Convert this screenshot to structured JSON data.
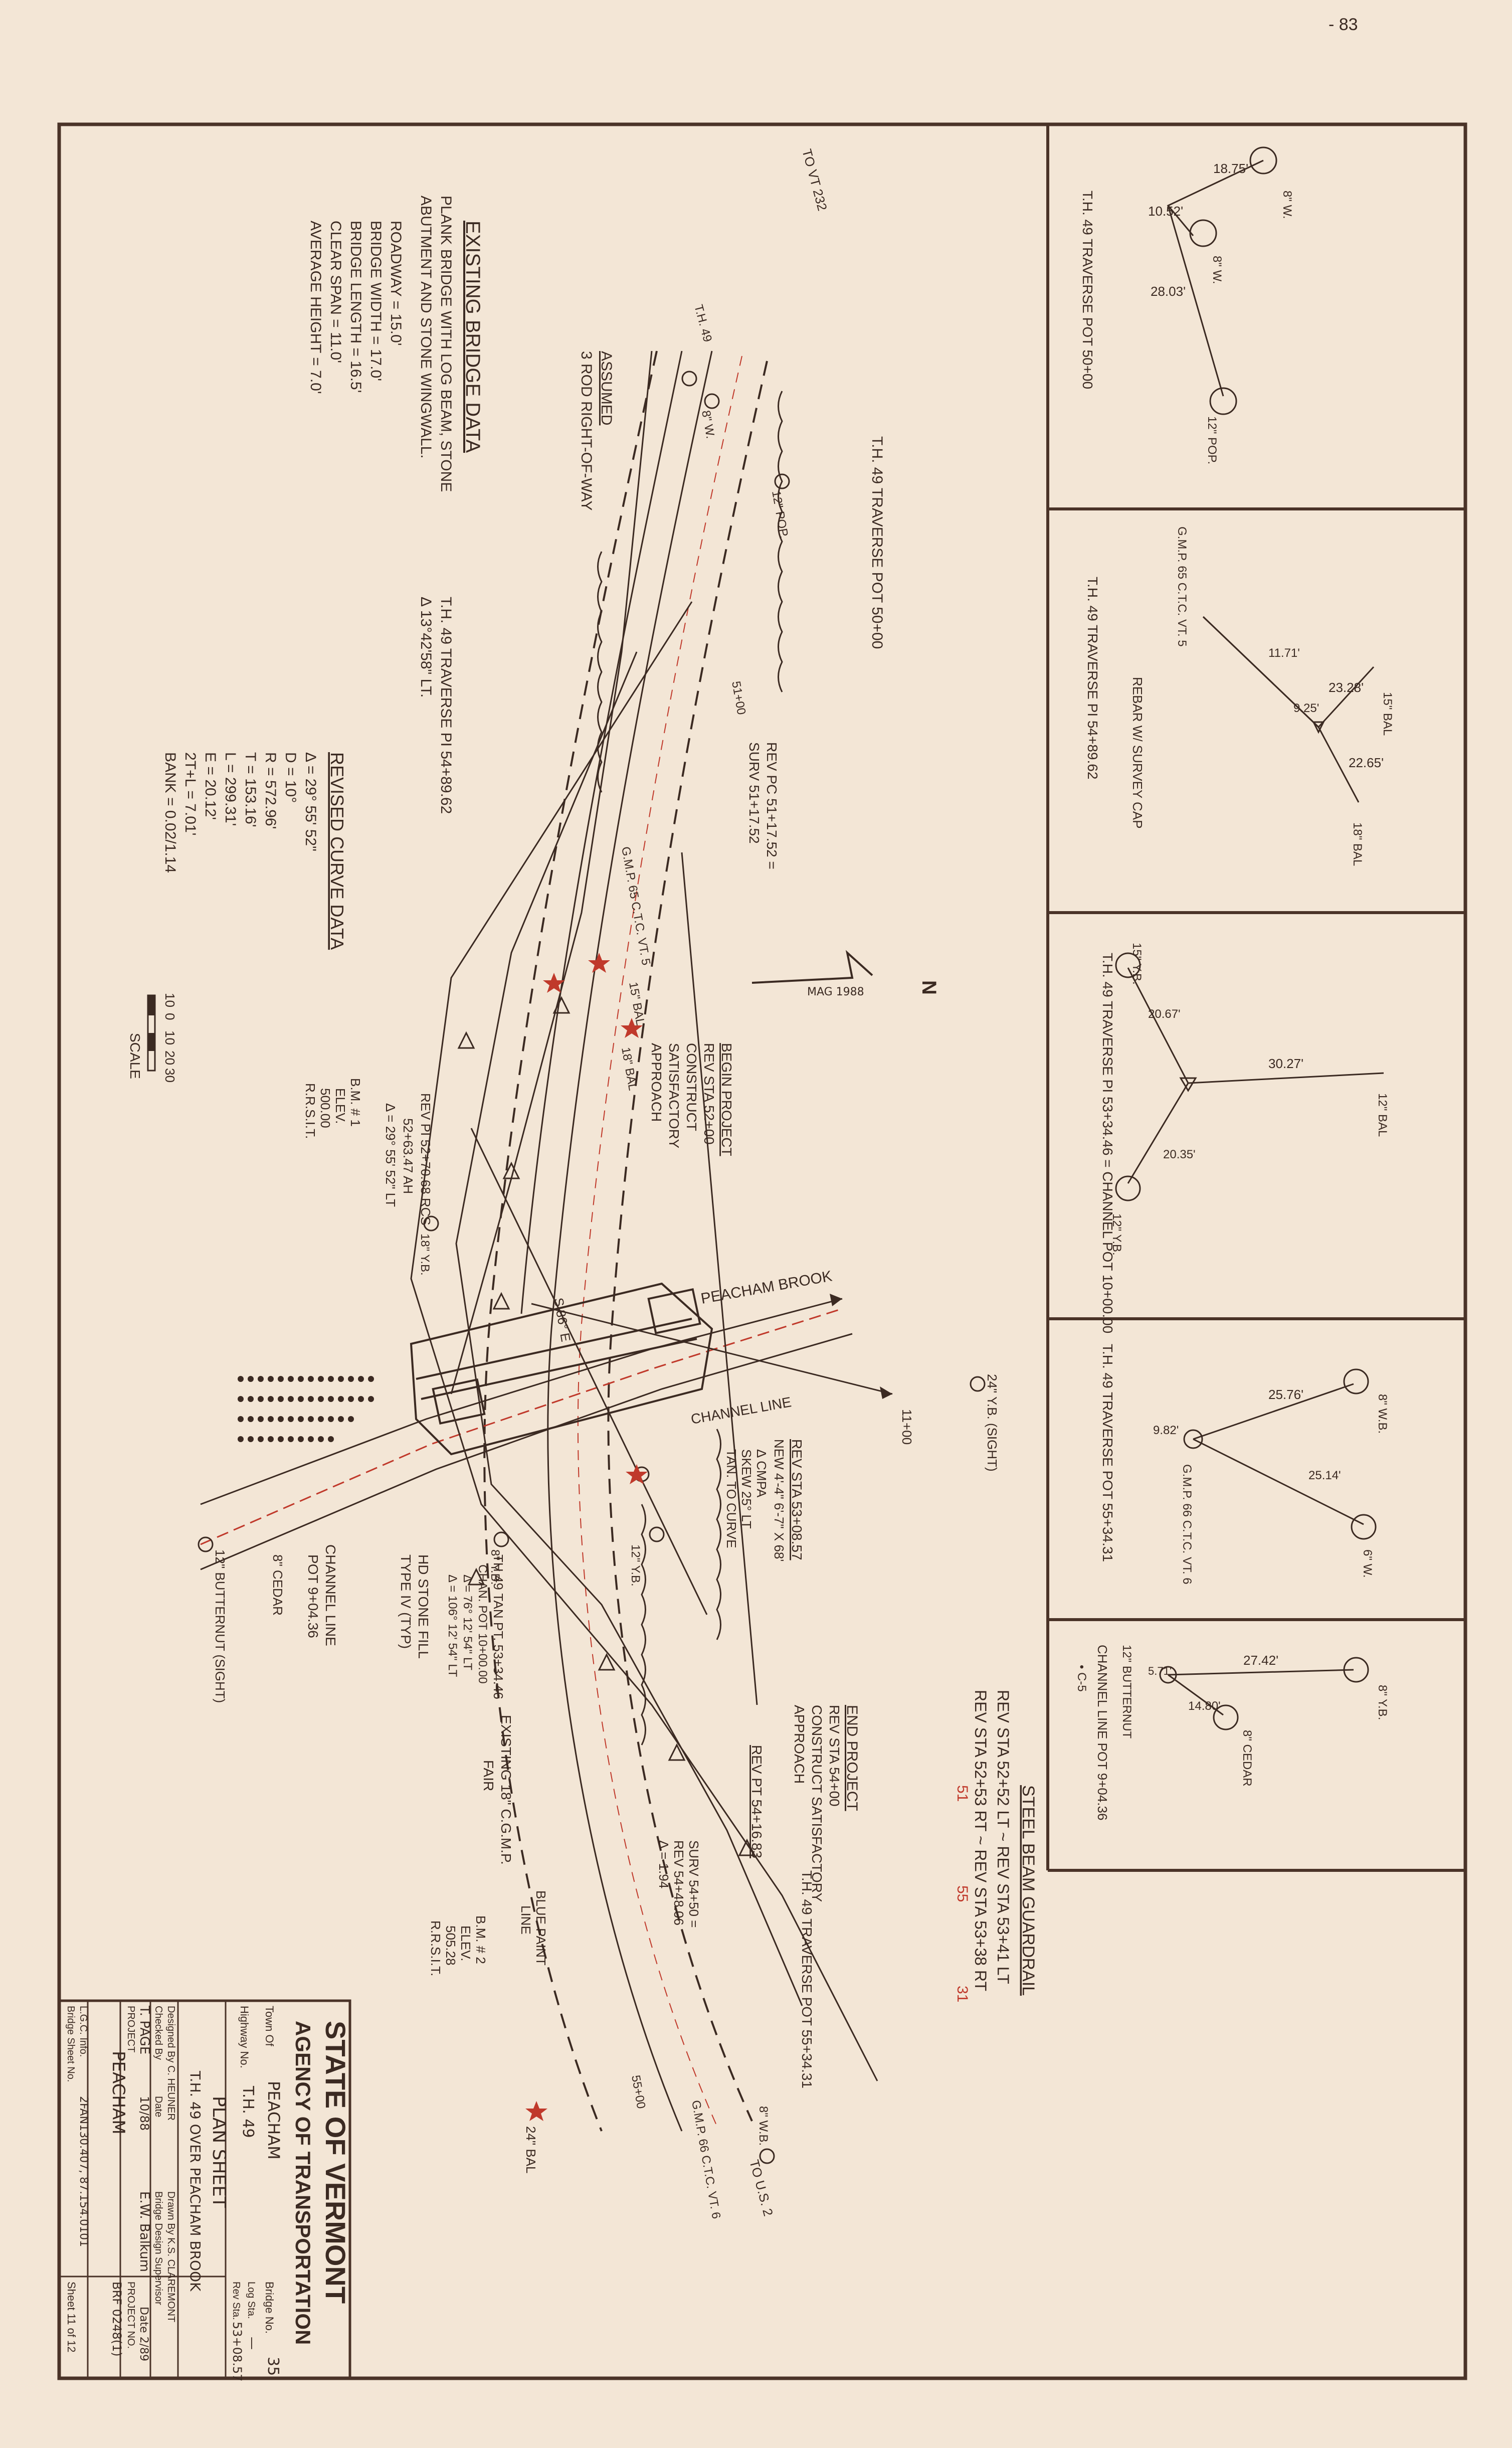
{
  "corner_mark": "- 83",
  "bridge_data": {
    "heading": "EXISTING BRIDGE DATA",
    "desc1": "PLANK BRIDGE WITH LOG BEAM, STONE",
    "desc2": "ABUTMENT AND STONE WINGWALL.",
    "roadway": "ROADWAY = 15.0'",
    "width": "BRIDGE WIDTH = 17.0'",
    "length": "BRIDGE LENGTH = 16.5'",
    "span": "CLEAR SPAN = 11.0'",
    "height": "AVERAGE HEIGHT = 7.0'"
  },
  "curve_data": {
    "heading": "REVISED CURVE DATA",
    "delta": "Δ = 29° 55' 52\"",
    "d": "D = 10°",
    "r": "R = 572.96'",
    "t": "T = 153.16'",
    "l": "L = 299.31'",
    "e": "E = 20.12'",
    "two_tl": "2T+L = 7.01'",
    "bank": "BANK = 0.02/1.14"
  },
  "traverse_pi_note": {
    "line1": "T.H. 49 TRAVERSE PI 54+89.62",
    "line2": "Δ 13°42'58\" LT."
  },
  "scale": {
    "ticks": [
      "10",
      "0",
      "10",
      "20",
      "30"
    ],
    "label": "SCALE"
  },
  "plan_labels": {
    "to_vt": "TO VT 232",
    "th49": "T.H. 49",
    "to_us2": "TO U.S. 2",
    "assumed": "ASSUMED",
    "row": "3 ROD RIGHT-OF-WAY",
    "pot5000": "T.H. 49 TRAVERSE POT 50+00",
    "rev_pc": "REV PC 51+17.52 =",
    "surv_pc": "SURV 51+17.52",
    "begin1": "BEGIN PROJECT",
    "begin2": "REV STA 52+00",
    "begin3": "CONSTRUCT",
    "begin4": "SATISFACTORY",
    "begin5": "APPROACH",
    "bm1_a": "B.M. # 1",
    "bm1_b": "ELEV.",
    "bm1_c": "500.00",
    "bm1_d": "R.R.S.I.T.",
    "revpi_a": "REV PI 52+70.68 RCS",
    "revpi_b": "52+63.47 AH",
    "revpi_c": "Δ = 29° 55' 52\" LT",
    "brook": "PEACHAM BROOK",
    "channel_line": "CHANNEL LINE",
    "sta_1100": "11+00",
    "rev_sta_new_a": "REV STA 53+08.57",
    "rev_sta_new_b": "NEW 4'-4\" 6'-7\" X 68'",
    "rev_sta_new_c": "Δ CMPA",
    "rev_sta_new_d": "SKEW 25° LT",
    "rev_sta_new_e": "TAN. TO CURVE",
    "stonefill_a": "HD STONE FILL",
    "stonefill_b": "TYPE IV (TYP)",
    "th49tan_a": "TH 49 TAN PT. 53+34.46",
    "th49tan_b": "CHAN. POT 10+00.00",
    "th49tan_c": "Δ = 76° 12' 54\" LT",
    "th49tan_d": "Δ = 106° 12' 54\" LT",
    "channel_pot_a": "CHANNEL LINE",
    "channel_pot_b": "POT 9+04.36",
    "cedar": "8\" CEDAR",
    "butternut": "12\" BUTTERNUT (SIGHT)",
    "yb_sight": "24\" Y.B. (SIGHT)",
    "existing18": "EXISTING 18\" C.G.M.P.",
    "fair": "FAIR",
    "end_a": "END PROJECT",
    "end_b": "REV STA 54+00",
    "end_c": "CONSTRUCT SATISFACTORY",
    "end_d": "APPROACH",
    "rev_pt": "REV PT 54+16.83",
    "surv_pt_a": "SURV 54+50 =",
    "surv_pt_b": "REV 54+48.06",
    "surv_pt_c": "Δ = 1.94",
    "pot5534": "T.H. 49 TRAVERSE POT 55+34.31",
    "bm2_a": "B.M. # 2",
    "bm2_b": "ELEV.",
    "bm2_c": "505.28",
    "bm2_d": "R.R.S.I.T.",
    "blue_paint_a": "BLUE PAINT",
    "blue_paint_b": "LINE",
    "gmp_66": "G.M.P. 66 C.T.C. VT. 6",
    "gmp_65": "G.M.P. 65 C.T.C. VT. 5",
    "bal_24": "24\" BAL",
    "wb_8": "8\" W.B.",
    "yb_18": "18\" Y.B.",
    "yb_8": "8\" Y.B.",
    "yb_12": "12\" Y.B.",
    "bal_15": "15\" BAL",
    "bal_18": "18\" BAL",
    "pop12": "12\" POP.",
    "wm8": "8\" W.",
    "s86e": "S 86° E",
    "sta_5100": "51+00",
    "sta_5500": "55+00",
    "north": "N",
    "mag": "MAG 1988"
  },
  "guardrail": {
    "heading": "STEEL BEAM GUARDRAIL",
    "line1": "REV STA 52+52 LT ~ REV STA 53+41 LT",
    "line2": "REV STA 52+53 RT ~ REV STA 53+38 RT",
    "red1": "51",
    "red2": "55",
    "red3": "31"
  },
  "ties": [
    {
      "caption": "T.H. 49 TRAVERSE POT 50+00",
      "d1": "18.75'",
      "d2": "10.52'",
      "d3": "28.03'",
      "t1": "8\" W.",
      "t2": "8\" W.",
      "t3": "12\" POP."
    },
    {
      "caption": "T.H. 49 TRAVERSE PI 54+89.62",
      "sub": "REBAR W/ SURVEY CAP",
      "gmp": "G.M.P. 65 C.T.C. VT. 5",
      "d1": "11.71'",
      "d2": "9.25'",
      "d3": "23.28'",
      "d4": "22.65'",
      "t1": "15\" BAL",
      "t2": "18\" BAL"
    },
    {
      "caption": "T.H. 49 TRAVERSE PI 53+34.46 = CHANNEL POT 10+00.00",
      "d1": "20.67'",
      "d2": "30.27'",
      "d3": "20.35'",
      "t1": "15\" Y.B.",
      "t2": "12\" BAL",
      "t3": "12\" Y.B."
    },
    {
      "caption": "T.H. 49 TRAVERSE POT 55+34.31",
      "gmp": "G.M.P. 66 C.T.C. VT. 6",
      "d1": "9.82'",
      "d2": "25.76'",
      "d3": "25.14'",
      "t1": "8\" W.B.",
      "t2": "6\" W."
    },
    {
      "caption": "CHANNEL LINE POT 9+04.36",
      "sub": "• C-5",
      "d1": "27.42'",
      "d2": "14.80'",
      "d3": "5.71'",
      "t1": "8\" Y.B.",
      "t2": "8\" CEDAR",
      "t3": "12\" BUTTERNUT"
    }
  ],
  "title_block": {
    "state": "STATE OF VERMONT",
    "agency": "AGENCY OF TRANSPORTATION",
    "town_label": "Town Of",
    "town": "PEACHAM",
    "bridge_label": "Bridge No.",
    "bridge": "35",
    "highway_label": "Highway No.",
    "highway": "T.H. 49",
    "log_label": "Log Sta.",
    "log": "—",
    "rev_label": "Rev Sta.",
    "rev": "53+08.57",
    "sheet_title": "PLAN SHEET",
    "subtitle": "T.H. 49 OVER PEACHAM BROOK",
    "designed": "Designed By C. HEUNER",
    "drawn": "Drawn By K.S. CLAREMONT",
    "checked": "Checked By",
    "checked_name": "T. PAGE",
    "date_label": "Date",
    "date": "10/88",
    "supervisor_label": "Bridge Design Supervisor",
    "supervisor": "E.W. Balkum",
    "date2": "Date 2/89",
    "project_label": "PROJECT",
    "project": "PEACHAM",
    "project_no_label": "PROJECT NO.",
    "project_no": "BRF 0248(1)",
    "lgc": "L.G.C. Info.",
    "lgc_value": "2FAN130.407, 87.154.0101",
    "bridge_sheet": "Bridge Sheet No.",
    "sheet": "Sheet 11 of 12"
  }
}
